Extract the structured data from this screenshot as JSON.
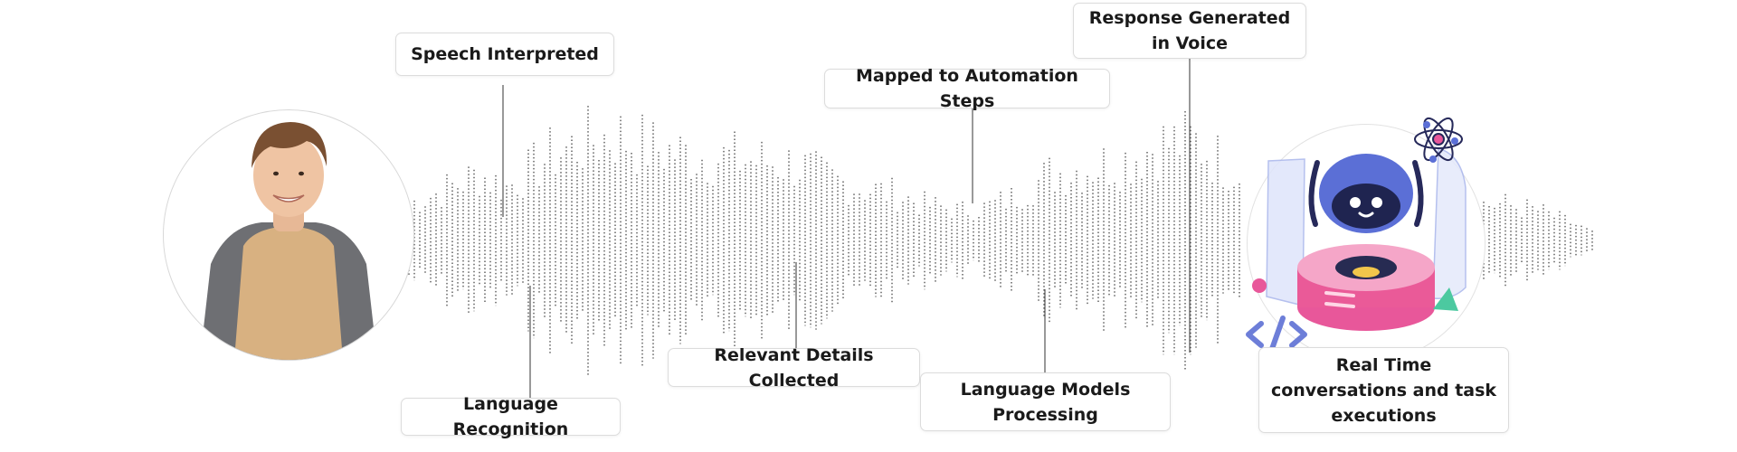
{
  "labels": {
    "speech_interpreted": "Speech Interpreted",
    "language_recognition": "Language Recognition",
    "relevant_details": "Relevant Details Collected",
    "mapped_automation": "Mapped to Automation Steps",
    "language_models": "Language Models Processing",
    "response_voice": "Response Generated in Voice",
    "real_time": "Real Time conversations and task executions"
  },
  "colors": {
    "waveform": "#3a3a3a",
    "connector": "#555555",
    "robot_blue": "#5b6fd6",
    "robot_pink": "#ea5a98"
  },
  "icons": {
    "user": "person-photo",
    "robot": "robot-icon",
    "atom": "atom-icon",
    "code": "code-brackets-icon"
  }
}
